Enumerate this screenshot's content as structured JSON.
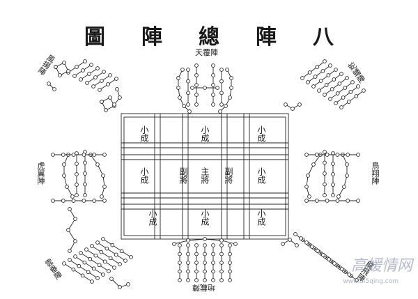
{
  "title": [
    "圖",
    "陣",
    "總",
    "陣",
    "八"
  ],
  "formations": {
    "top": "天覆陣",
    "top_right": "蛇蟠陣",
    "right": "鳥翔陣",
    "bottom_right": "龍飛陣",
    "bottom": "地載陣",
    "bottom_left": "雲垂陣",
    "left": "虎翼陣",
    "top_left": "風揚陣"
  },
  "grid": {
    "top_left": "小成",
    "top_center": "小成",
    "top_right": "小成",
    "mid_left": "小成",
    "mid_left_inner": "副將",
    "center": "主將",
    "mid_right_inner": "副將",
    "mid_right": "小成",
    "bottom_left": "小成",
    "bottom_center": "小成",
    "bottom_right": "小成"
  },
  "watermark": {
    "text": "高媛情网",
    "url": "www.5i5qing.com"
  }
}
